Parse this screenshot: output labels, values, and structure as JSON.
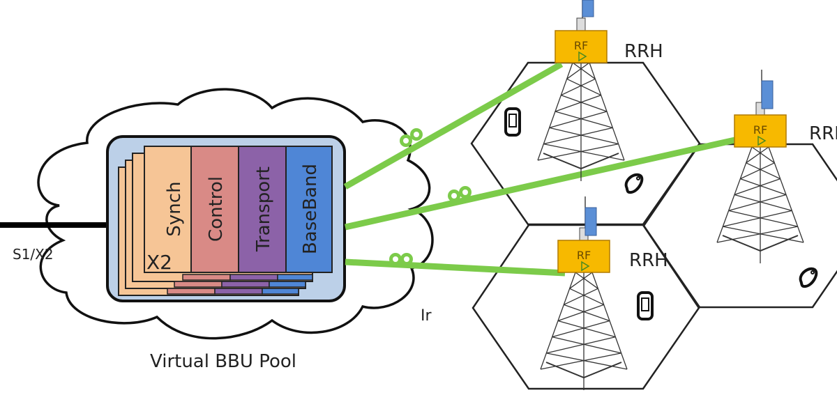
{
  "diagram": {
    "title": "C-RAN architecture: Virtual BBU Pool connected to RRHs",
    "interface_labels": {
      "core": "S1/X2",
      "fronthaul": "Ir",
      "pool": "Virtual BBU Pool",
      "stack_multiplier": "X2"
    },
    "bbu_modules": [
      {
        "label": "Synch",
        "color": "#f6c596"
      },
      {
        "label": "Control",
        "color": "#d98a86"
      },
      {
        "label": "Transport",
        "color": "#8c62a8"
      },
      {
        "label": "BaseBand",
        "color": "#4f86d6"
      }
    ],
    "rrh_units": [
      {
        "label": "RRH",
        "rf_label": "RF"
      },
      {
        "label": "RRH",
        "rf_label": "RF"
      },
      {
        "label": "RRH",
        "rf_label": "RF"
      }
    ],
    "colors": {
      "link": "#7ccb4a",
      "rf_box": "#f7b900",
      "antenna": "#5b8fd6",
      "pool_box": "#bcd0e8",
      "outline": "#111111"
    },
    "cells": 3,
    "user_devices": 4
  }
}
